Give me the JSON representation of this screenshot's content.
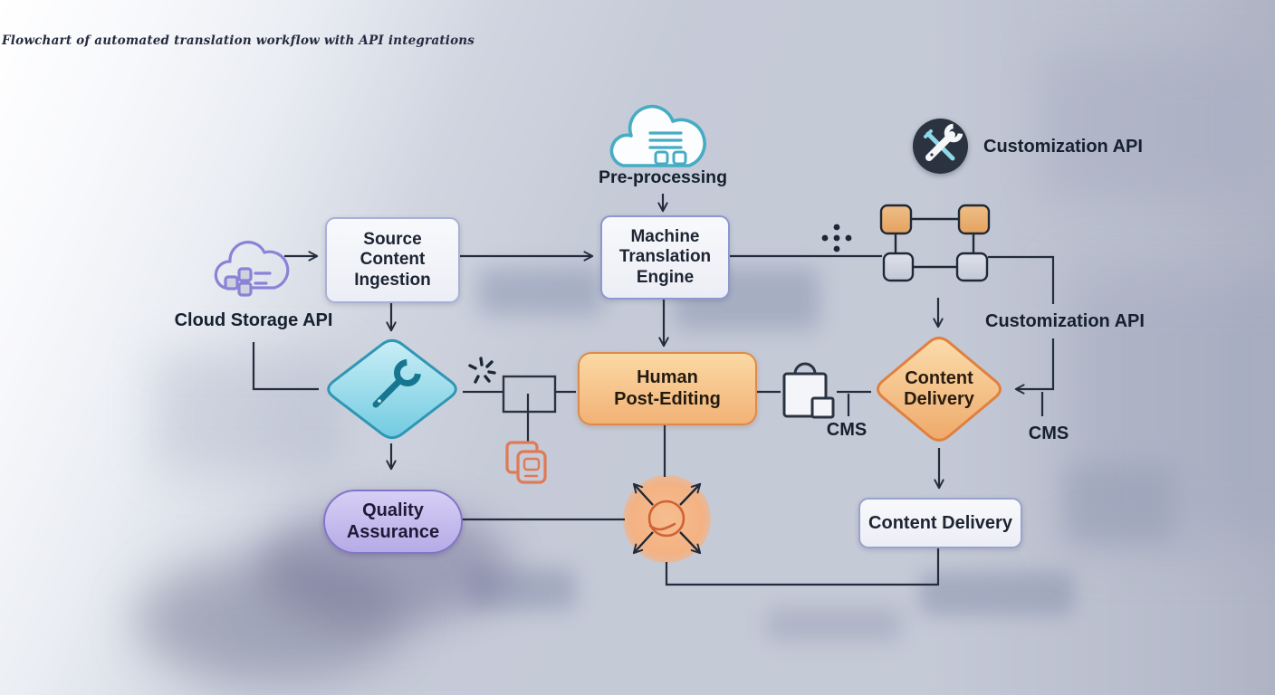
{
  "title": "Flowchart of automated translation workflow with API integrations",
  "labels": {
    "pre_processing": "Pre-processing",
    "cloud_storage_api": "Cloud Storage API",
    "customization_api_badge": "Customization API",
    "customization_api_line": "Customization API",
    "cms_left": "CMS",
    "cms_right": "CMS"
  },
  "nodes": {
    "source_content_ingestion": "Source\nContent\nIngestion",
    "machine_translation_engine": "Machine\nTranslation\nEngine",
    "human_post_editing": "Human\nPost-Editing",
    "content_delivery_diamond": "Content\nDelivery",
    "content_delivery_box": "Content Delivery",
    "quality_assurance": "Quality\nAssurance"
  },
  "icons": {
    "pre_processing": "cloud-server-icon",
    "cloud_storage": "cloud-storage-icon",
    "customization_badge": "wrench-screwdriver-icon",
    "api_nodes": "connected-squares-icon",
    "translation_check": "wrench-icon",
    "dots_plus": "dots-plus-icon",
    "asterisk": "asterisk-burst-icon",
    "junction": "junction-box-icon",
    "documents": "translated-documents-icon",
    "briefcase": "cms-briefcase-icon",
    "distribution": "distribution-arrows-icon"
  },
  "colors": {
    "teal_accent": "#45acc4",
    "purple_accent": "#8b82d8",
    "orange_fill": "#f2b276",
    "orange_border": "#de8a4b",
    "blue_diamond_fill": "#8fd6e8",
    "blue_diamond_border": "#2f97b4",
    "qa_fill": "#c4baec",
    "qa_border": "#8375c8",
    "box_border": "#a9b0d5",
    "line": "#232c3c",
    "badge_bg": "#2b3340",
    "text": "#1d2432"
  }
}
